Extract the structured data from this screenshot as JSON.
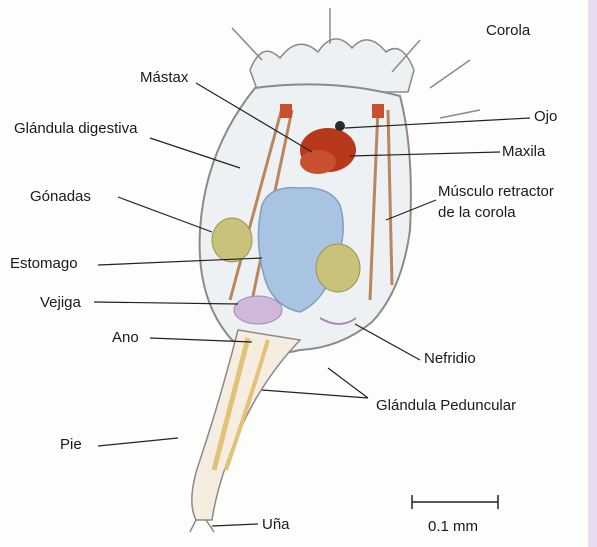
{
  "labels": {
    "corola": "Corola",
    "mastax": "Mástax",
    "ojo": "Ojo",
    "glandula_digestiva": "Glándula digestiva",
    "maxila": "Maxila",
    "gonadas": "Gónadas",
    "musculo_line1": "Músculo retractor",
    "musculo_line2": "de la corola",
    "estomago": "Estomago",
    "vejiga": "Vejiga",
    "ano": "Ano",
    "nefridio": "Nefridio",
    "glandula_peduncular": "Glándula Peduncular",
    "pie": "Pie",
    "una": "Uña",
    "scale": "0.1 mm"
  },
  "colors": {
    "body_outline": "#8a8a8a",
    "body_fill": "#eef1f4",
    "stomach": "#a9c4e2",
    "mastax": "#b8381c",
    "gonads": "#c9c27a",
    "foot": "#e2c277",
    "muscle": "#b9875e",
    "bladder": "#cfb8d8",
    "leader": "#222222"
  }
}
